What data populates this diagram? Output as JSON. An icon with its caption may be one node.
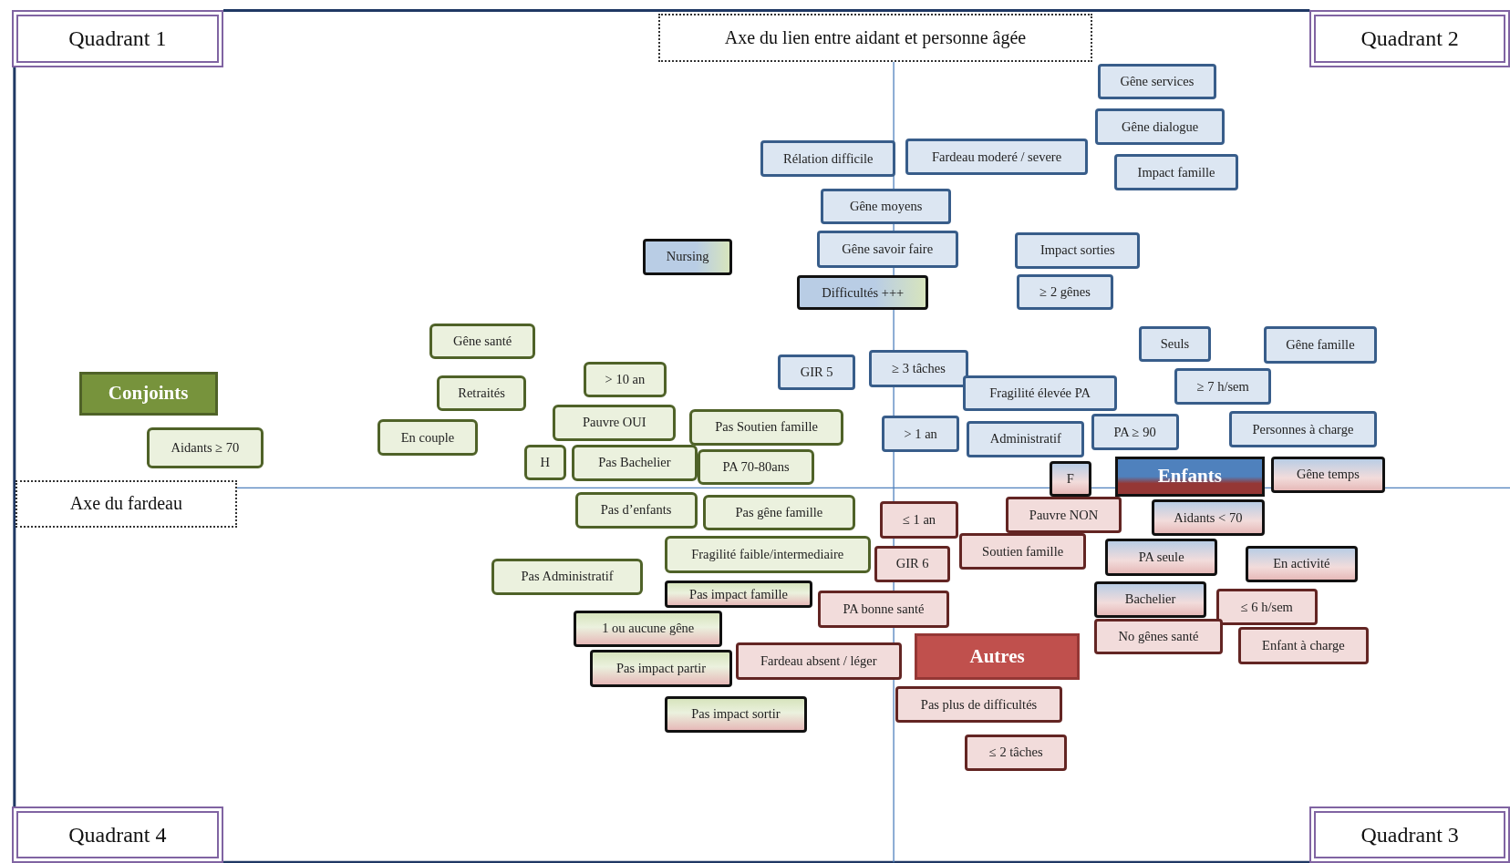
{
  "diagram": {
    "nodes": [
      {
        "text": [
          "Quadrant 1"
        ]
      },
      {
        "text": [
          "Axe du lien entre aidant et personne âgée"
        ]
      },
      {
        "text": [
          "Quadrant 2"
        ]
      },
      {
        "text": [
          "Gêne services"
        ]
      },
      {
        "text": [
          "Gêne dialogue"
        ]
      },
      {
        "text": [
          "Rélation difficile"
        ]
      },
      {
        "text": [
          "Fardeau moderé / severe"
        ]
      },
      {
        "text": [
          "Impact famille"
        ]
      },
      {
        "text": [
          "Gêne moyens"
        ]
      },
      {
        "text": [
          "Gêne savoir faire"
        ]
      },
      {
        "text": [
          "Nursing"
        ]
      },
      {
        "text": [
          "Impact sorties"
        ]
      },
      {
        "text": [
          "Difficultés +++"
        ]
      },
      {
        "text": [
          "≥ 2 gênes"
        ]
      },
      {
        "text": [
          "Gêne santé"
        ]
      },
      {
        "text": [
          "Seuls"
        ]
      },
      {
        "text": [
          "Gêne famille"
        ]
      },
      {
        "text": [
          "GIR 5"
        ]
      },
      {
        "text": [
          "≥ 3 tâches"
        ]
      },
      {
        "text": [
          "Conjoints"
        ]
      },
      {
        "text": [
          "Retraités"
        ]
      },
      {
        "text": [
          "> 10 an"
        ]
      },
      {
        "text": [
          "Fragilité élevée PA"
        ]
      },
      {
        "text": [
          "≥ 7 h/sem"
        ]
      },
      {
        "text": [
          "Pauvre OUI"
        ]
      },
      {
        "text": [
          "Pas Soutien famille"
        ]
      },
      {
        "text": [
          "> 1 an"
        ]
      },
      {
        "text": [
          "Administratif"
        ]
      },
      {
        "text": [
          "PA ≥ 90"
        ]
      },
      {
        "text": [
          "Personnes à charge"
        ]
      },
      {
        "text": [
          "Aidants ≥ 70"
        ]
      },
      {
        "text": [
          "En couple"
        ]
      },
      {
        "text": [
          "H"
        ]
      },
      {
        "text": [
          "Pas Bachelier"
        ]
      },
      {
        "text": [
          "PA 70-80ans"
        ]
      },
      {
        "text": [
          "F"
        ]
      },
      {
        "text": [
          "Enfants"
        ]
      },
      {
        "text": [
          "Gêne temps"
        ]
      },
      {
        "text": [
          "Axe du fardeau"
        ]
      },
      {
        "text": [
          "Pas d’enfants"
        ]
      },
      {
        "text": [
          "Pas gêne famille"
        ]
      },
      {
        "text": [
          "≤ 1 an"
        ]
      },
      {
        "text": [
          "Pauvre NON"
        ]
      },
      {
        "text": [
          "Aidants < 70"
        ]
      },
      {
        "text": [
          "Fragilité faible/intermediaire"
        ]
      },
      {
        "text": [
          "Soutien famille"
        ]
      },
      {
        "text": [
          "GIR 6"
        ]
      },
      {
        "text": [
          "PA seule"
        ]
      },
      {
        "text": [
          "En activité"
        ]
      },
      {
        "text": [
          "Pas Administratif"
        ]
      },
      {
        "text": [
          "Pas impact famille"
        ]
      },
      {
        "text": [
          "PA bonne santé"
        ]
      },
      {
        "text": [
          "Bachelier"
        ]
      },
      {
        "text": [
          "≤ 6 h/sem"
        ]
      },
      {
        "text": [
          "1 ou aucune gêne"
        ]
      },
      {
        "text": [
          "Autres"
        ]
      },
      {
        "text": [
          "No gênes santé"
        ]
      },
      {
        "text": [
          "Enfant à charge"
        ]
      },
      {
        "text": [
          "Pas impact partir"
        ]
      },
      {
        "text": [
          "Fardeau absent / léger"
        ]
      },
      {
        "text": [
          "Pas plus de difficultés"
        ]
      },
      {
        "text": [
          "Pas impact sortir"
        ]
      },
      {
        "text": [
          "≤ 2 tâches"
        ]
      },
      {
        "text": [
          "Quadrant 4"
        ]
      },
      {
        "text": [
          "Quadrant 3"
        ]
      }
    ]
  }
}
